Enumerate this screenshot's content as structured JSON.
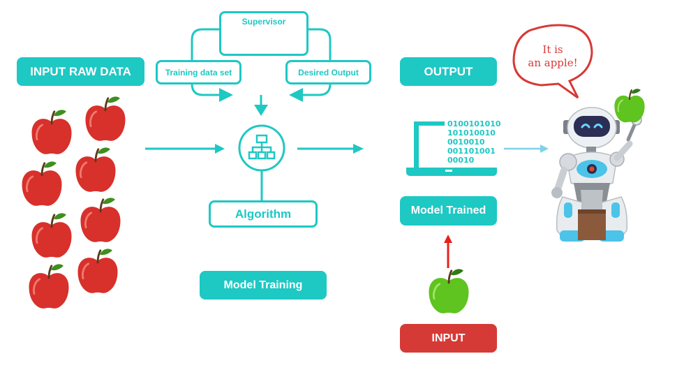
{
  "labels": {
    "input_raw_data": "INPUT RAW DATA",
    "supervisor": "Supervisor",
    "training_data_set": "Training data set",
    "desired_output": "Desired Output",
    "algorithm": "Algorithm",
    "model_training": "Model Training",
    "output": "OUTPUT",
    "model_trained": "Model Trained",
    "input": "INPUT",
    "speech_line1": "It is",
    "speech_line2": "an apple!"
  },
  "binary_lines": [
    "0100101010",
    "101010010",
    "0010010",
    "001101001",
    "00010"
  ],
  "colors": {
    "teal": "#1ec8c3",
    "red": "#d63a36",
    "apple_red": "#d8302b",
    "apple_green": "#5fc320",
    "arrow_red": "#e8201a",
    "arrow_light": "#7fd3e8"
  },
  "icons": [
    "apple-icon",
    "supervisor-icon",
    "algorithm-icon",
    "laptop-icon",
    "robot-icon",
    "speech-bubble-icon"
  ]
}
